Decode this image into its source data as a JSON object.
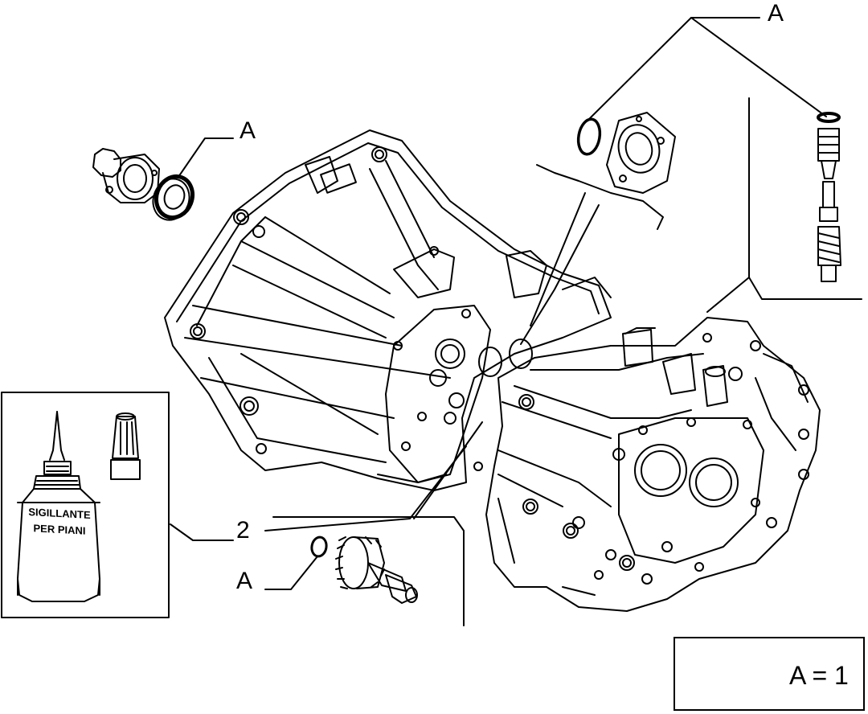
{
  "callouts": {
    "a_top": "A",
    "a_left": "A",
    "a_bottom": "A",
    "part_2": "2"
  },
  "sealant_label": {
    "line1": "SIGILLANTE",
    "line2": "PER PIANI"
  },
  "legend": {
    "text": "A = 1",
    "icon": "repair-kit-icon"
  },
  "colors": {
    "line": "#000000",
    "background": "#ffffff"
  }
}
